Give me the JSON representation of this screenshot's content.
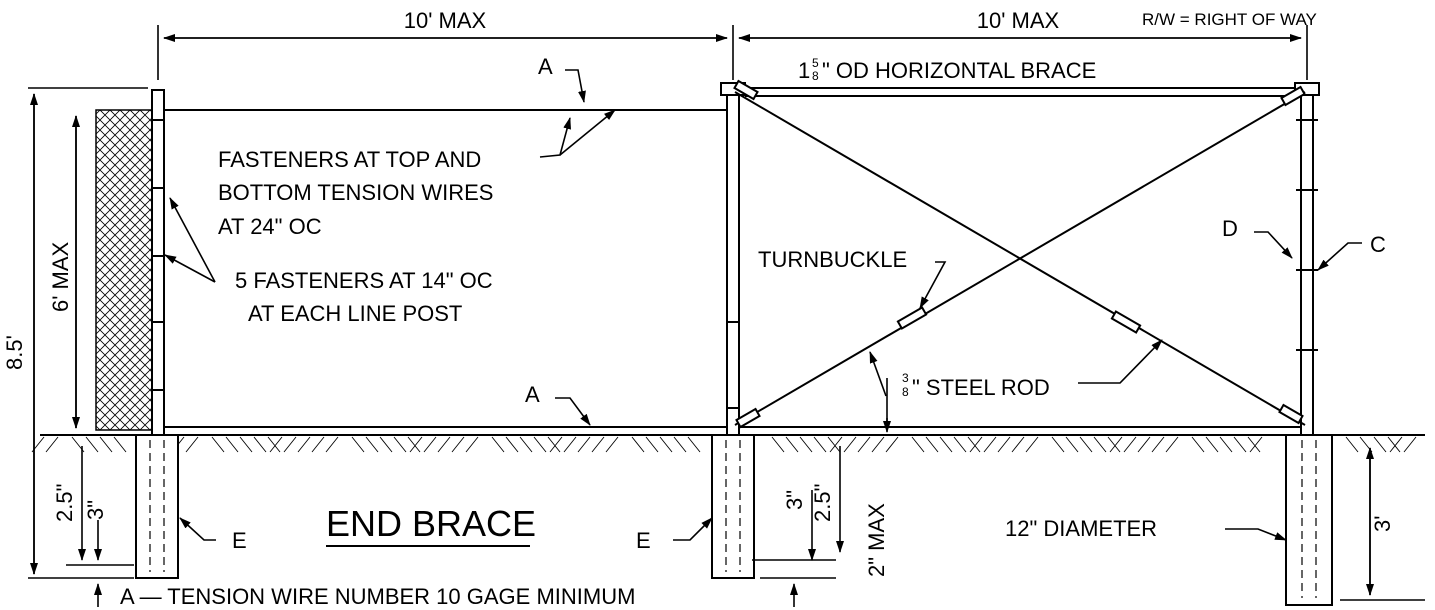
{
  "labels": {
    "dim_top_left": "10' MAX",
    "dim_top_right": "10' MAX",
    "rw_note": "R/W = RIGHT OF WAY",
    "brace_label_prefix": "1",
    "brace_frac_num": "5",
    "brace_frac_den": "8",
    "brace_label_suffix": "\" OD HORIZONTAL BRACE",
    "label_a_top": "A",
    "label_a_bottom": "A",
    "label_d": "D",
    "label_c": "C",
    "label_e_left": "E",
    "label_e_mid": "E",
    "fasteners_top_1": "FASTENERS AT TOP AND",
    "fasteners_top_2": "BOTTOM TENSION WIRES",
    "fasteners_top_3": "AT 24\" OC",
    "fasteners_post_1": "5 FASTENERS AT 14\" OC",
    "fasteners_post_2": "AT EACH LINE POST",
    "turnbuckle": "TURNBUCKLE",
    "rod_frac_num": "3",
    "rod_frac_den": "8",
    "rod_label_suffix": "\" STEEL ROD",
    "end_brace": "END BRACE",
    "diameter": "12\" DIAMETER",
    "dim_8_5": "8.5'",
    "dim_6_max": "6' MAX",
    "dim_2_5_left": "2.5\"",
    "dim_3_left": "3\"",
    "dim_3_mid": "3\"",
    "dim_2_5_mid": "2.5\"",
    "dim_2_max": "2\" MAX",
    "dim_3_ft": "3'",
    "tension_note": "A — TENSION WIRE NUMBER 10 GAGE MINIMUM"
  }
}
